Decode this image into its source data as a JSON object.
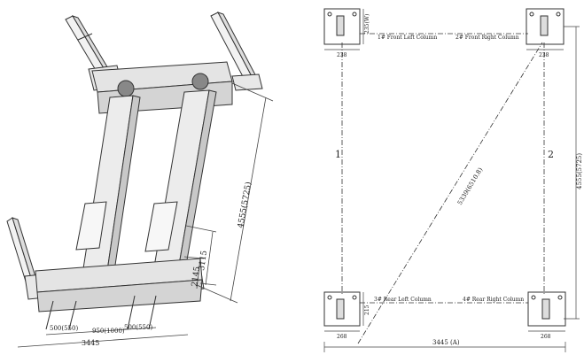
{
  "left_view": {
    "dim_overall_length": "4555(5725)",
    "dim_inner": "3115",
    "dim_small": "2145",
    "dim_wheel_left": "500(550)",
    "dim_center": "950(1000)",
    "dim_wheel_right": "500(550)",
    "dim_bottom": "3445"
  },
  "right_view": {
    "col_front_left": "1# Front Left Column",
    "col_front_right": "2# Front Right Column",
    "col_rear_left": "3# Rear Left Column",
    "col_rear_right": "4# Rear Right Column",
    "side_left": "1",
    "side_right": "2",
    "diagonal": "5339(6510.8)",
    "height_dim": "4555(5725)",
    "width_dim": "3445 (A)",
    "base_w_top_left": "238",
    "base_w_top_right": "238",
    "base_w_bottom_left": "268",
    "base_w_bottom_right": "268",
    "base_h_top": "235(W)",
    "base_h_bottom": "215"
  }
}
